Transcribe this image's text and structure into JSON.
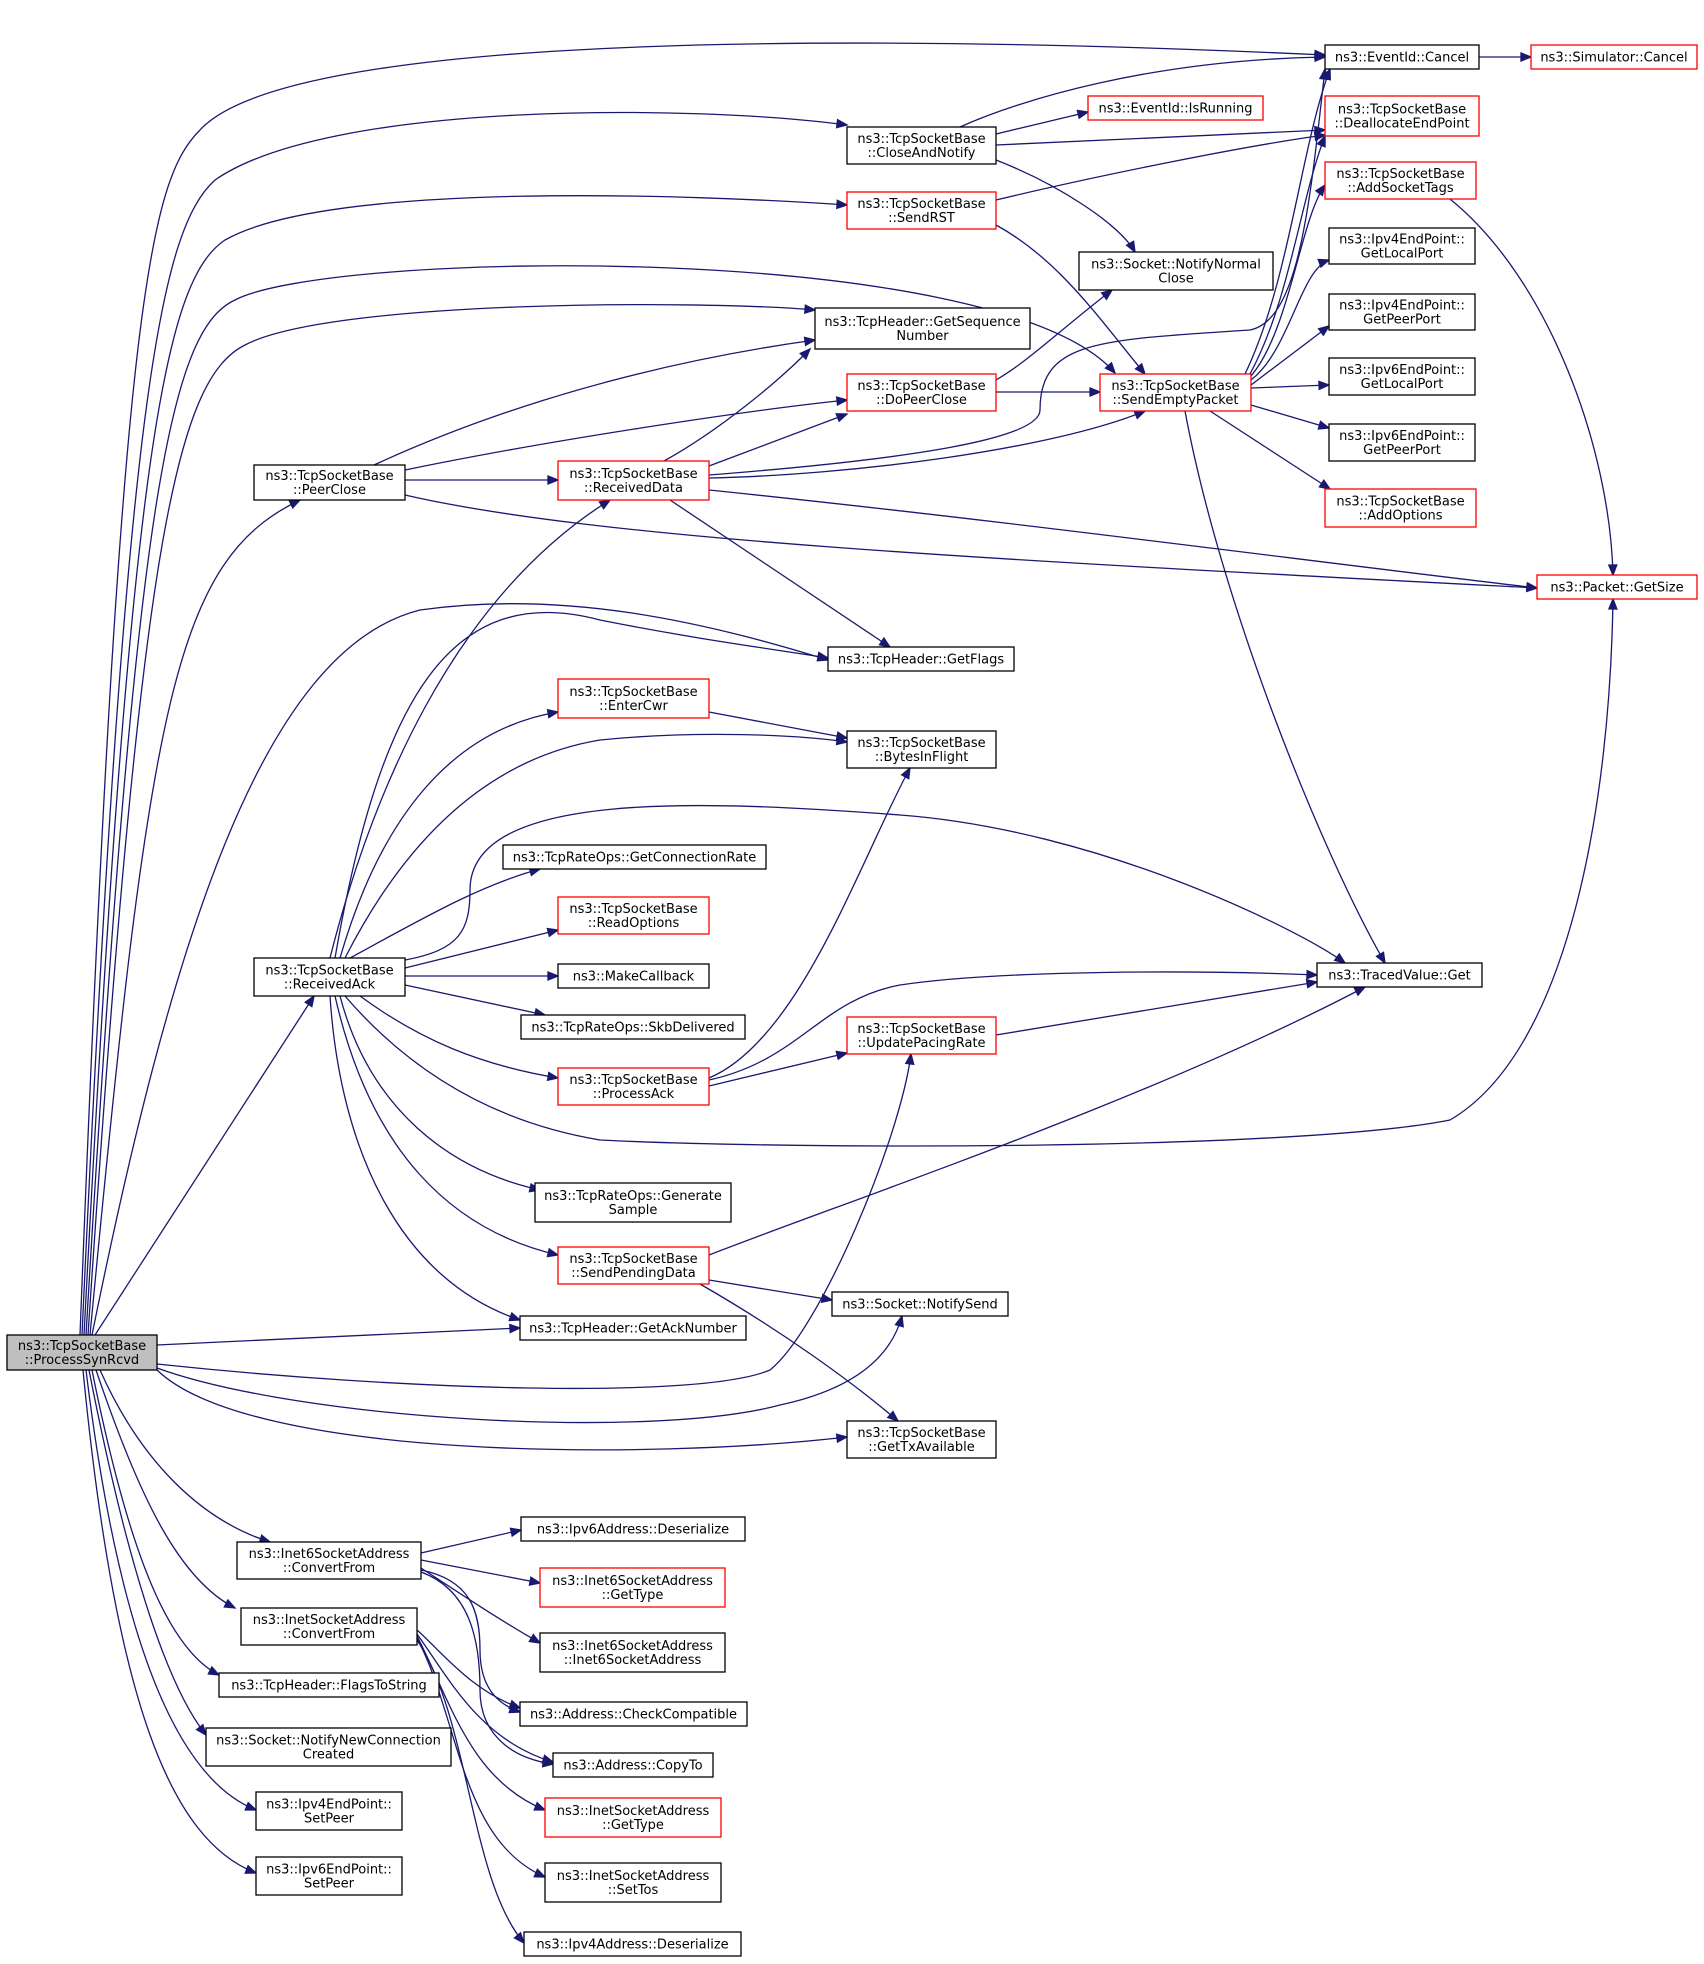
{
  "colors": {
    "edge": "#191970",
    "node_border_normal": "#000000",
    "node_border_truncated": "#ff0000",
    "node_fill": "#ffffff",
    "node_fill_root": "#bfbfbf"
  },
  "nodes": [
    {
      "id": "root",
      "lines": [
        "ns3::TcpSocketBase",
        "::ProcessSynRcvd"
      ],
      "style": "root"
    },
    {
      "id": "cancel",
      "lines": [
        "ns3::EventId::Cancel"
      ],
      "style": "normal"
    },
    {
      "id": "simcancel",
      "lines": [
        "ns3::Simulator::Cancel"
      ],
      "style": "truncated"
    },
    {
      "id": "closenotify",
      "lines": [
        "ns3::TcpSocketBase",
        "::CloseAndNotify"
      ],
      "style": "normal"
    },
    {
      "id": "isrunning",
      "lines": [
        "ns3::EventId::IsRunning"
      ],
      "style": "truncated"
    },
    {
      "id": "dealloc",
      "lines": [
        "ns3::TcpSocketBase",
        "::DeallocateEndPoint"
      ],
      "style": "truncated"
    },
    {
      "id": "addtags",
      "lines": [
        "ns3::TcpSocketBase",
        "::AddSocketTags"
      ],
      "style": "truncated"
    },
    {
      "id": "sendrst",
      "lines": [
        "ns3::TcpSocketBase",
        "::SendRST"
      ],
      "style": "truncated"
    },
    {
      "id": "normalclose",
      "lines": [
        "ns3::Socket::NotifyNormal",
        "Close"
      ],
      "style": "normal"
    },
    {
      "id": "v4local",
      "lines": [
        "ns3::Ipv4EndPoint::",
        "GetLocalPort"
      ],
      "style": "normal"
    },
    {
      "id": "v4peer",
      "lines": [
        "ns3::Ipv4EndPoint::",
        "GetPeerPort"
      ],
      "style": "normal"
    },
    {
      "id": "seqnum",
      "lines": [
        "ns3::TcpHeader::GetSequence",
        "Number"
      ],
      "style": "normal"
    },
    {
      "id": "v6local",
      "lines": [
        "ns3::Ipv6EndPoint::",
        "GetLocalPort"
      ],
      "style": "normal"
    },
    {
      "id": "peerclose",
      "lines": [
        "ns3::TcpSocketBase",
        "::PeerClose"
      ],
      "style": "normal"
    },
    {
      "id": "dopeerclose",
      "lines": [
        "ns3::TcpSocketBase",
        "::DoPeerClose"
      ],
      "style": "truncated"
    },
    {
      "id": "sendempty",
      "lines": [
        "ns3::TcpSocketBase",
        "::SendEmptyPacket"
      ],
      "style": "truncated"
    },
    {
      "id": "v6peer",
      "lines": [
        "ns3::Ipv6EndPoint::",
        "GetPeerPort"
      ],
      "style": "normal"
    },
    {
      "id": "recvdata",
      "lines": [
        "ns3::TcpSocketBase",
        "::ReceivedData"
      ],
      "style": "truncated"
    },
    {
      "id": "addopts",
      "lines": [
        "ns3::TcpSocketBase",
        "::AddOptions"
      ],
      "style": "truncated"
    },
    {
      "id": "getsize",
      "lines": [
        "ns3::Packet::GetSize"
      ],
      "style": "truncated"
    },
    {
      "id": "getflags",
      "lines": [
        "ns3::TcpHeader::GetFlags"
      ],
      "style": "normal"
    },
    {
      "id": "entercwr",
      "lines": [
        "ns3::TcpSocketBase",
        "::EnterCwr"
      ],
      "style": "truncated"
    },
    {
      "id": "bytesinflight",
      "lines": [
        "ns3::TcpSocketBase",
        "::BytesInFlight"
      ],
      "style": "normal"
    },
    {
      "id": "connrate",
      "lines": [
        "ns3::TcpRateOps::GetConnectionRate"
      ],
      "style": "normal"
    },
    {
      "id": "readopts",
      "lines": [
        "ns3::TcpSocketBase",
        "::ReadOptions"
      ],
      "style": "truncated"
    },
    {
      "id": "recvack",
      "lines": [
        "ns3::TcpSocketBase",
        "::ReceivedAck"
      ],
      "style": "normal"
    },
    {
      "id": "makecb",
      "lines": [
        "ns3::MakeCallback"
      ],
      "style": "normal"
    },
    {
      "id": "tracedget",
      "lines": [
        "ns3::TracedValue::Get"
      ],
      "style": "normal"
    },
    {
      "id": "skbdeliv",
      "lines": [
        "ns3::TcpRateOps::SkbDelivered"
      ],
      "style": "normal"
    },
    {
      "id": "updatepacing",
      "lines": [
        "ns3::TcpSocketBase",
        "::UpdatePacingRate"
      ],
      "style": "truncated"
    },
    {
      "id": "processack",
      "lines": [
        "ns3::TcpSocketBase",
        "::ProcessAck"
      ],
      "style": "truncated"
    },
    {
      "id": "gensample",
      "lines": [
        "ns3::TcpRateOps::Generate",
        "Sample"
      ],
      "style": "normal"
    },
    {
      "id": "sendpending",
      "lines": [
        "ns3::TcpSocketBase",
        "::SendPendingData"
      ],
      "style": "truncated"
    },
    {
      "id": "notifysend",
      "lines": [
        "ns3::Socket::NotifySend"
      ],
      "style": "normal"
    },
    {
      "id": "getacknum",
      "lines": [
        "ns3::TcpHeader::GetAckNumber"
      ],
      "style": "normal"
    },
    {
      "id": "gettxavail",
      "lines": [
        "ns3::TcpSocketBase",
        "::GetTxAvailable"
      ],
      "style": "normal"
    },
    {
      "id": "v6deser",
      "lines": [
        "ns3::Ipv6Address::Deserialize"
      ],
      "style": "normal"
    },
    {
      "id": "i6convert",
      "lines": [
        "ns3::Inet6SocketAddress",
        "::ConvertFrom"
      ],
      "style": "normal"
    },
    {
      "id": "i6gettype",
      "lines": [
        "ns3::Inet6SocketAddress",
        "::GetType"
      ],
      "style": "truncated"
    },
    {
      "id": "iconvert",
      "lines": [
        "ns3::InetSocketAddress",
        "::ConvertFrom"
      ],
      "style": "normal"
    },
    {
      "id": "i6ctor",
      "lines": [
        "ns3::Inet6SocketAddress",
        "::Inet6SocketAddress"
      ],
      "style": "normal"
    },
    {
      "id": "flagstostr",
      "lines": [
        "ns3::TcpHeader::FlagsToString"
      ],
      "style": "normal"
    },
    {
      "id": "checkcompat",
      "lines": [
        "ns3::Address::CheckCompatible"
      ],
      "style": "normal"
    },
    {
      "id": "newconn",
      "lines": [
        "ns3::Socket::NotifyNewConnection",
        "Created"
      ],
      "style": "normal"
    },
    {
      "id": "copyto",
      "lines": [
        "ns3::Address::CopyTo"
      ],
      "style": "normal"
    },
    {
      "id": "v4setpeer",
      "lines": [
        "ns3::Ipv4EndPoint::",
        "SetPeer"
      ],
      "style": "normal"
    },
    {
      "id": "igettype",
      "lines": [
        "ns3::InetSocketAddress",
        "::GetType"
      ],
      "style": "truncated"
    },
    {
      "id": "v6setpeer",
      "lines": [
        "ns3::Ipv6EndPoint::",
        "SetPeer"
      ],
      "style": "normal"
    },
    {
      "id": "settos",
      "lines": [
        "ns3::InetSocketAddress",
        "::SetTos"
      ],
      "style": "normal"
    },
    {
      "id": "v4deser",
      "lines": [
        "ns3::Ipv4Address::Deserialize"
      ],
      "style": "normal"
    }
  ],
  "edges": [
    [
      "root",
      "cancel"
    ],
    [
      "root",
      "closenotify"
    ],
    [
      "root",
      "sendrst"
    ],
    [
      "root",
      "sendempty"
    ],
    [
      "root",
      "seqnum"
    ],
    [
      "root",
      "peerclose"
    ],
    [
      "root",
      "getflags"
    ],
    [
      "root",
      "recvack"
    ],
    [
      "root",
      "getacknum"
    ],
    [
      "root",
      "updatepacing"
    ],
    [
      "root",
      "notifysend"
    ],
    [
      "root",
      "gettxavail"
    ],
    [
      "root",
      "i6convert"
    ],
    [
      "root",
      "iconvert"
    ],
    [
      "root",
      "flagstostr"
    ],
    [
      "root",
      "newconn"
    ],
    [
      "root",
      "v4setpeer"
    ],
    [
      "root",
      "v6setpeer"
    ],
    [
      "cancel",
      "simcancel"
    ],
    [
      "closenotify",
      "cancel"
    ],
    [
      "closenotify",
      "isrunning"
    ],
    [
      "closenotify",
      "dealloc"
    ],
    [
      "closenotify",
      "normalclose"
    ],
    [
      "sendrst",
      "dealloc"
    ],
    [
      "sendrst",
      "sendempty"
    ],
    [
      "sendempty",
      "cancel"
    ],
    [
      "sendempty",
      "dealloc"
    ],
    [
      "sendempty",
      "addtags"
    ],
    [
      "sendempty",
      "v4local"
    ],
    [
      "sendempty",
      "v4peer"
    ],
    [
      "sendempty",
      "v6local"
    ],
    [
      "sendempty",
      "v6peer"
    ],
    [
      "sendempty",
      "addopts"
    ],
    [
      "sendempty",
      "tracedget"
    ],
    [
      "addtags",
      "getsize"
    ],
    [
      "dopeerclose",
      "normalclose"
    ],
    [
      "dopeerclose",
      "sendempty"
    ],
    [
      "peerclose",
      "seqnum"
    ],
    [
      "peerclose",
      "dopeerclose"
    ],
    [
      "peerclose",
      "recvdata"
    ],
    [
      "peerclose",
      "getsize"
    ],
    [
      "recvdata",
      "seqnum"
    ],
    [
      "recvdata",
      "dopeerclose"
    ],
    [
      "recvdata",
      "cancel"
    ],
    [
      "recvdata",
      "sendempty"
    ],
    [
      "recvdata",
      "getsize"
    ],
    [
      "recvdata",
      "getflags"
    ],
    [
      "recvack",
      "recvdata"
    ],
    [
      "recvack",
      "getflags"
    ],
    [
      "recvack",
      "entercwr"
    ],
    [
      "recvack",
      "bytesinflight"
    ],
    [
      "recvack",
      "tracedget"
    ],
    [
      "recvack",
      "connrate"
    ],
    [
      "recvack",
      "readopts"
    ],
    [
      "recvack",
      "makecb"
    ],
    [
      "recvack",
      "skbdeliv"
    ],
    [
      "recvack",
      "processack"
    ],
    [
      "recvack",
      "getsize"
    ],
    [
      "recvack",
      "gensample"
    ],
    [
      "recvack",
      "sendpending"
    ],
    [
      "recvack",
      "getacknum"
    ],
    [
      "entercwr",
      "bytesinflight"
    ],
    [
      "processack",
      "bytesinflight"
    ],
    [
      "processack",
      "tracedget"
    ],
    [
      "processack",
      "updatepacing"
    ],
    [
      "updatepacing",
      "tracedget"
    ],
    [
      "sendpending",
      "tracedget"
    ],
    [
      "sendpending",
      "notifysend"
    ],
    [
      "sendpending",
      "gettxavail"
    ],
    [
      "i6convert",
      "v6deser"
    ],
    [
      "i6convert",
      "i6gettype"
    ],
    [
      "i6convert",
      "i6ctor"
    ],
    [
      "i6convert",
      "checkcompat"
    ],
    [
      "i6convert",
      "copyto"
    ],
    [
      "iconvert",
      "checkcompat"
    ],
    [
      "iconvert",
      "copyto"
    ],
    [
      "iconvert",
      "igettype"
    ],
    [
      "iconvert",
      "settos"
    ],
    [
      "iconvert",
      "v4deser"
    ]
  ]
}
